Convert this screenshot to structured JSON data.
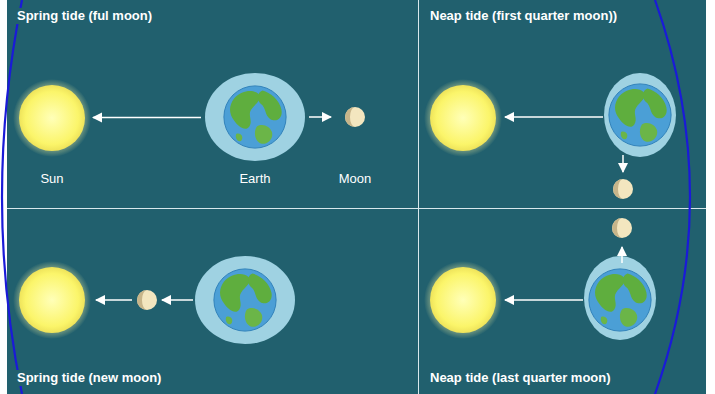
{
  "diagram": {
    "nodes": [
      {
        "text": [
          "Sun"
        ]
      },
      {
        "text": [
          "Earth"
        ]
      },
      {
        "text": [
          "Moon"
        ]
      }
    ],
    "edges": [
      {
        "from": 1,
        "to": 0,
        "arrow": "to"
      },
      {
        "from": 1,
        "to": 2,
        "arrow": "to"
      }
    ],
    "labels": [
      "Spring tide (ful moon)",
      "Neap tide (first quarter moon))",
      "Spring tide (new moon)",
      "Neap tide (last quarter moon)"
    ]
  }
}
